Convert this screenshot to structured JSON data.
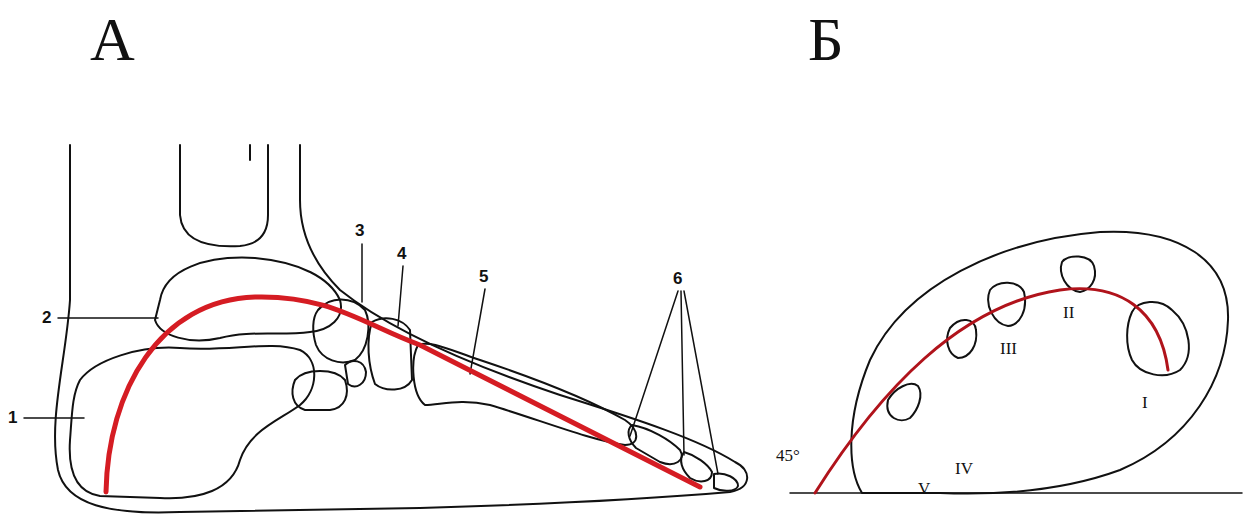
{
  "diagram": {
    "labels": [
      "А",
      "Б",
      "1",
      "2",
      "3",
      "4",
      "5",
      "6",
      "45°",
      "V",
      "IV",
      "III",
      "II",
      "I"
    ]
  }
}
